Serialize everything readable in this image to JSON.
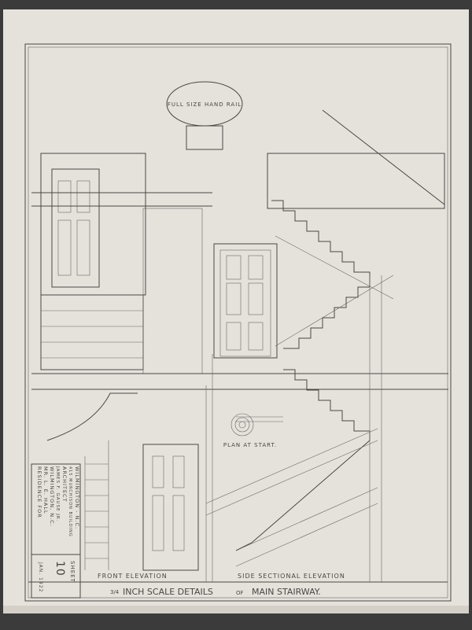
{
  "drawing": {
    "title": "3/4 Inch Scale Details of Main Stairway",
    "title_fraction": "3/4",
    "title_text": "INCH SCALE DETAILS",
    "title_of": "OF",
    "title_subject": "MAIN STAIRWAY.",
    "front_elevation_label": "FRONT      ELEVATION",
    "side_elevation_label": "SIDE SECTIONAL ELEVATION",
    "hand_rail_label": "FULL SIZE HAND RAIL",
    "plan_label": "PLAN AT START.",
    "title_block": {
      "line1": "RESIDENCE FOR",
      "line2": "MR. L. E. HALL",
      "line3": "WILMINGTON, N.C.",
      "line4": "JAMES F. GAUSE JR.",
      "line5": "ARCHITECT",
      "line6": "415 MURCHISON BUILDING",
      "line7": "WILMINGTON - N.C.",
      "sheet_label": "SHEET",
      "sheet_number": "10",
      "date": "JAN. 1922"
    }
  }
}
